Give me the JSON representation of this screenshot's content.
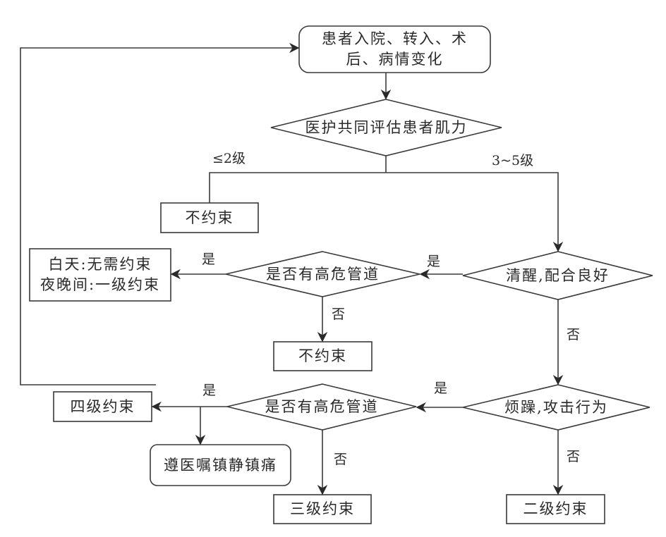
{
  "nodes": {
    "start": "患者入院、转入、术\n后、病情变化",
    "assess": "医护共同评估患者肌力",
    "no_restraint_1": "不约束",
    "alert_cooperative": "清醒,配合良好",
    "high_risk_tube_1": "是否有高危管道",
    "day_night": "白天:无需约束\n夜晚间:一级约束",
    "no_restraint_2": "不约束",
    "agitated_aggressive": "烦躁,攻击行为",
    "high_risk_tube_2": "是否有高危管道",
    "level4": "四级约束",
    "sedation": "遵医嘱镇静镇痛",
    "level3": "三级约束",
    "level2": "二级约束"
  },
  "edge_labels": {
    "le2": "≤2级",
    "range3to5": "3~5级",
    "yes_alert": "是",
    "yes_tube1": "是",
    "no_tube1": "否",
    "no_alert": "否",
    "yes_agitated": "是",
    "yes_tube2": "是",
    "no_tube2": "否",
    "no_agitated": "否"
  }
}
